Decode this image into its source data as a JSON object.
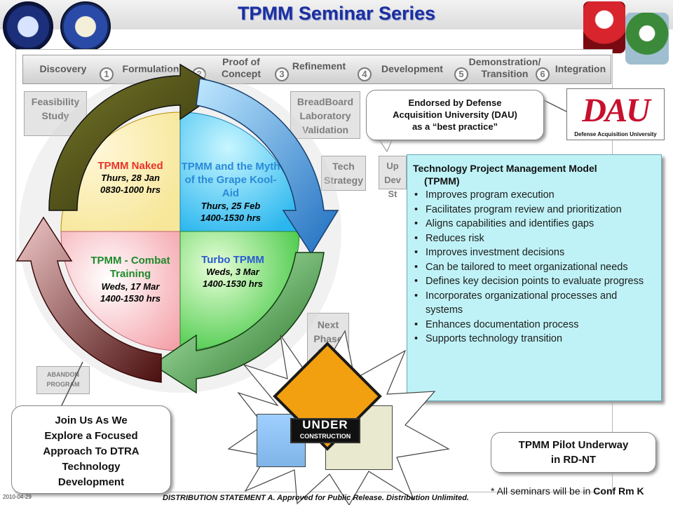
{
  "slide": {
    "title": "TPMM Seminar Series"
  },
  "logos": {
    "dtra": "DTRA seal",
    "dau_seal": "Defense Acquisition University seal",
    "army_1": "U.S. Army Space and Missile Defense Command logo",
    "army_2": "Army eagle logo"
  },
  "background_diagram": {
    "phases": [
      {
        "label": "Discovery",
        "num": ""
      },
      {
        "label": "Formulation",
        "num": "1"
      },
      {
        "label": "Proof of Concept",
        "num": "2"
      },
      {
        "label": "Refinement",
        "num": "3"
      },
      {
        "label": "Development",
        "num": "4"
      },
      {
        "label": "Demonstration/ Transition",
        "num": "5"
      },
      {
        "label": "Integration",
        "num": "6"
      }
    ],
    "boxes": [
      {
        "label": "Feasibility Study"
      },
      {
        "label": "BreadBoard Laboratory Validation"
      },
      {
        "label": "Tech Strategy"
      },
      {
        "label": "Next Phase Plan"
      },
      {
        "label": "ABANDON PROGRAM"
      },
      {
        "label": "Up Dev St"
      }
    ]
  },
  "cycle": {
    "quadrants": [
      {
        "title": "TPMM Naked",
        "line1": "Thurs, 28 Jan",
        "line2": "0830-1000 hrs",
        "color": "#e8342b"
      },
      {
        "title": "TPMM and the Myth of the Grape Kool-Aid",
        "line1": "Thurs, 25 Feb",
        "line2": "1400-1530 hrs",
        "color": "#2a8ad8"
      },
      {
        "title": "TPMM - Combat Training",
        "line1": "Weds, 17  Mar",
        "line2": "1400-1530 hrs",
        "color": "#1f8a2c"
      },
      {
        "title": "Turbo TPMM",
        "line1": "Weds, 3 Mar",
        "line2": "1400-1530 hrs",
        "color": "#2a5ad0"
      }
    ]
  },
  "endorsement": {
    "text_line1": "Endorsed by Defense",
    "text_line2": "Acquisition University (DAU)",
    "text_line3": "as a “best practice”",
    "logo_mark": "DAU",
    "logo_sub": "Defense Acquisition University"
  },
  "tpmm_box": {
    "heading_line1": "Technology  Project  Management  Model",
    "heading_line2": "(TPMM)",
    "bullet_char": "•",
    "items": [
      "Improves program execution",
      "Facilitates program review and prioritization",
      "Aligns capabilities and identifies gaps",
      "Reduces risk",
      "Improves investment decisions",
      "Can be tailored to meet organizational needs",
      "Defines key decision points to evaluate progress",
      "Incorporates organizational processes and systems",
      "Enhances documentation process",
      "Supports technology transition"
    ]
  },
  "under_construction": {
    "line1": "UNDER",
    "line2": "CONSTRUCTION"
  },
  "callouts": {
    "join_line1": "Join Us As We",
    "join_line2": "Explore a Focused",
    "join_line3": "Approach To DTRA",
    "join_line4": "Technology",
    "join_line5": "Development",
    "pilot_line1": "TPMM Pilot Underway",
    "pilot_line2": "in RD-NT"
  },
  "footer": {
    "footnote_prefix": "* All seminars will be in ",
    "footnote_room": "Conf Rm K",
    "date": "2010-04-29",
    "distribution": "DISTRIBUTION STATEMENT A. Approved for Public Release. Distribution Unlimited."
  }
}
